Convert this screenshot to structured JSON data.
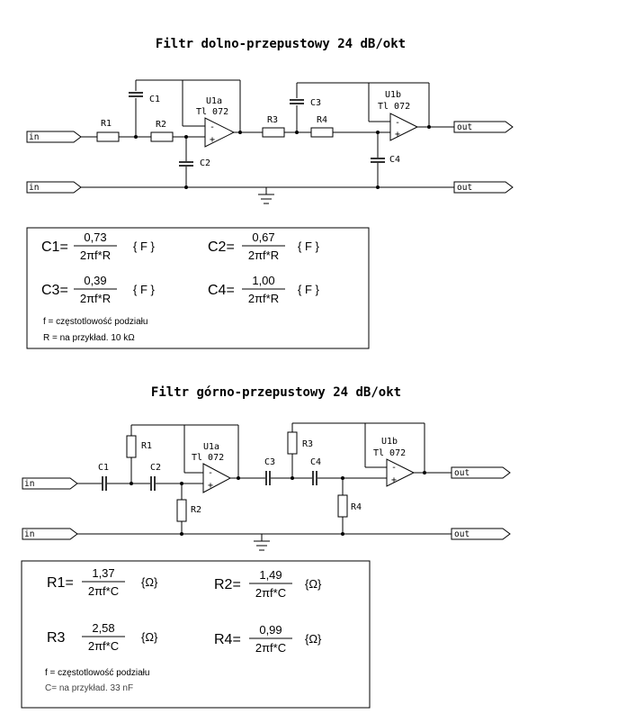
{
  "lowpass": {
    "title": "Filtr dolno-przepustowy 24 dB/okt",
    "labels": {
      "r1": "R1",
      "r2": "R2",
      "r3": "R3",
      "r4": "R4",
      "c1": "C1",
      "c2": "C2",
      "c3": "C3",
      "c4": "C4",
      "u1": "U1a",
      "u1type": "Tl 072",
      "u2": "U1b",
      "u2type": "Tl 072",
      "in": "in",
      "out": "out",
      "minus": "-",
      "plus": "+"
    },
    "formulas": [
      {
        "name": "C1=",
        "num": "0,73",
        "den": "2πf*R",
        "unit": "{ F }"
      },
      {
        "name": "C2=",
        "num": "0,67",
        "den": "2πf*R",
        "unit": "{ F }"
      },
      {
        "name": "C3=",
        "num": "0,39",
        "den": "2πf*R",
        "unit": "{ F }"
      },
      {
        "name": "C4=",
        "num": "1,00",
        "den": "2πf*R",
        "unit": "{ F }"
      }
    ],
    "note1": "f = częstotlowość podziału",
    "note2": "R = na przykład. 10 kΩ"
  },
  "highpass": {
    "title": "Filtr górno-przepustowy 24 dB/okt",
    "labels": {
      "r1": "R1",
      "r2": "R2",
      "r3": "R3",
      "r4": "R4",
      "c1": "C1",
      "c2": "C2",
      "c3": "C3",
      "c4": "C4",
      "u1": "U1a",
      "u1type": "Tl 072",
      "u2": "U1b",
      "u2type": "Tl 072",
      "in": "in",
      "out": "out",
      "minus": "-",
      "plus": "+"
    },
    "formulas": [
      {
        "name": "R1=",
        "num": "1,37",
        "den": "2πf*C",
        "unit": "{Ω}"
      },
      {
        "name": "R2=",
        "num": "1,49",
        "den": "2πf*C",
        "unit": "{Ω}"
      },
      {
        "name": "R3",
        "num": "2,58",
        "den": "2πf*C",
        "unit": "{Ω}"
      },
      {
        "name": "R4=",
        "num": "0,99",
        "den": "2πf*C",
        "unit": "{Ω}"
      }
    ],
    "note1": "f = częstotlowość podziału",
    "note2": "C= na przykład. 33 nF"
  }
}
